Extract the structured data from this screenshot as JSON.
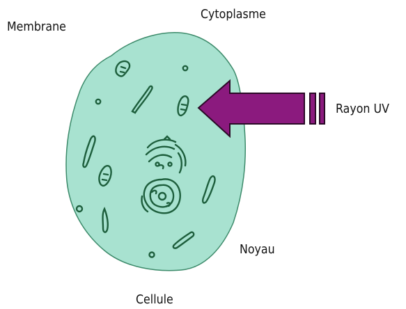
{
  "labels": {
    "membrane": "Membrane",
    "cytoplasm": "Cytoplasme",
    "uv_ray": "Rayon UV",
    "nucleus": "Noyau",
    "cell": "Cellule"
  },
  "colors": {
    "cell_fill": "#a8e2d0",
    "organelle_stroke": "#1d5e3c",
    "arrow_fill": "#8b1a7e",
    "arrow_stroke": "#2a0a26"
  }
}
